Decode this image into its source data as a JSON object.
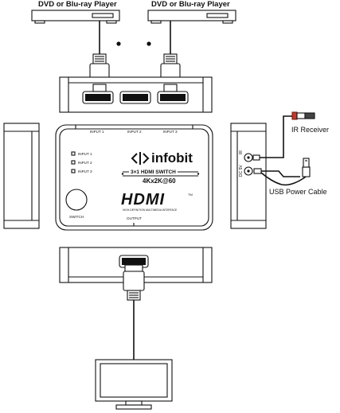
{
  "sources": [
    {
      "label": "DVD or Blu-ray Player"
    },
    {
      "label": "DVD or Blu-ray Player"
    }
  ],
  "switch": {
    "brand": "infobit",
    "model_line": "3×1 HDMI SWITCH",
    "resolution": "4Kx2K@60",
    "hdmi_logo": "HDMI",
    "hdmi_tm": "TM",
    "hdmi_tagline": "HIGH-DEFINITION MULTIMEDIA INTERFACE",
    "top_ports": [
      "INPUT 1",
      "INPUT 2",
      "INPUT 3"
    ],
    "led_labels": [
      "INPUT 1",
      "INPUT 2",
      "INPUT 3"
    ],
    "switch_label": "SWITCH",
    "output_label": "OUTPUT"
  },
  "side_panel": {
    "ir_port": "IR",
    "power_port": "DC 5V"
  },
  "accessories": {
    "ir_receiver": "IR Receiver",
    "usb_cable": "USB Power Cable"
  },
  "icons": [
    "hdmi-plug-icon",
    "monitor-icon",
    "usb-plug-icon",
    "ir-receiver-icon",
    "infobit-logo-icon"
  ]
}
